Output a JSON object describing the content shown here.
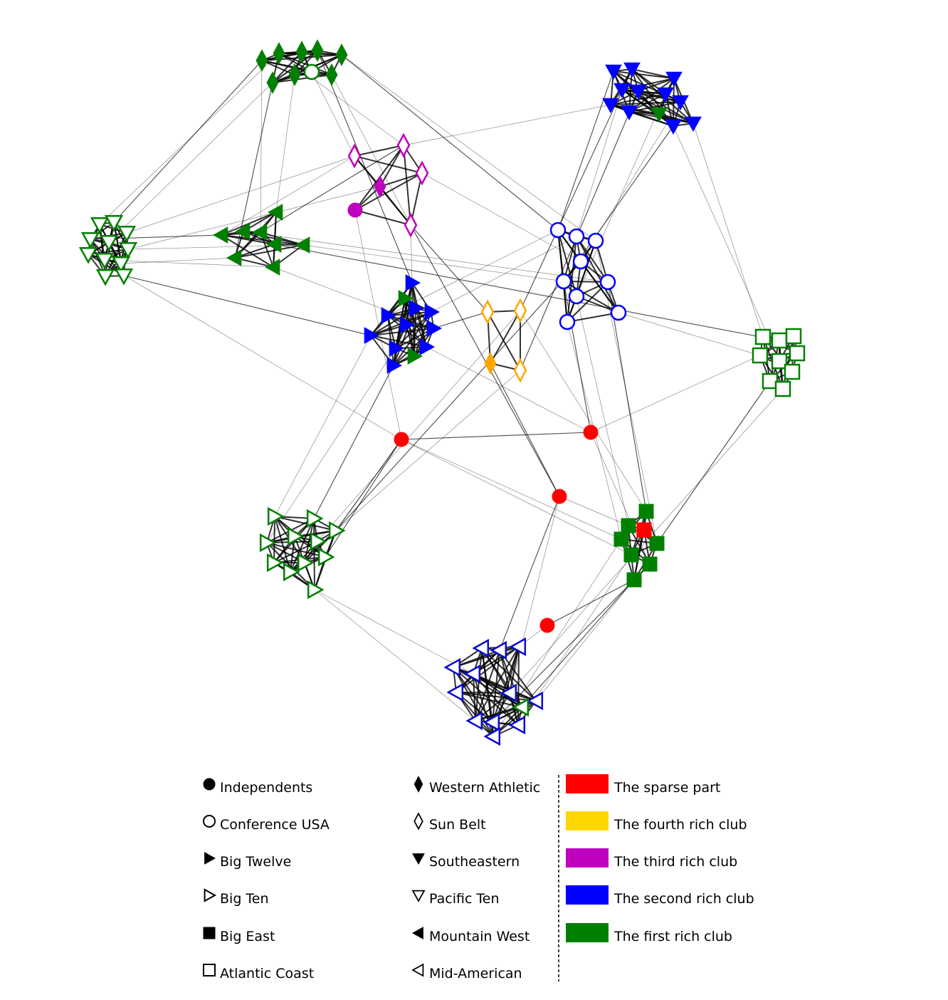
{
  "legend": {
    "conferences_left": [
      {
        "label": "Independents",
        "shape": "circle",
        "filled": true,
        "icon": "filled-circle-icon"
      },
      {
        "label": "Conference USA",
        "shape": "circle",
        "filled": false,
        "icon": "open-circle-icon"
      },
      {
        "label": "Big Twelve",
        "shape": "tri-right",
        "filled": true,
        "icon": "filled-right-triangle-icon"
      },
      {
        "label": "Big Ten",
        "shape": "tri-right",
        "filled": false,
        "icon": "open-right-triangle-icon"
      },
      {
        "label": "Big East",
        "shape": "square",
        "filled": true,
        "icon": "filled-square-icon"
      },
      {
        "label": "Atlantic Coast",
        "shape": "square",
        "filled": false,
        "icon": "open-square-icon"
      }
    ],
    "conferences_right": [
      {
        "label": "Western Athletic",
        "shape": "diamond",
        "filled": true,
        "icon": "filled-diamond-icon"
      },
      {
        "label": "Sun Belt",
        "shape": "diamond",
        "filled": false,
        "icon": "open-diamond-icon"
      },
      {
        "label": "Southeastern",
        "shape": "tri-down",
        "filled": true,
        "icon": "filled-down-triangle-icon"
      },
      {
        "label": "Pacific Ten",
        "shape": "tri-down",
        "filled": false,
        "icon": "open-down-triangle-icon"
      },
      {
        "label": "Mountain West",
        "shape": "tri-left",
        "filled": true,
        "icon": "filled-left-triangle-icon"
      },
      {
        "label": "Mid-American",
        "shape": "tri-left",
        "filled": false,
        "icon": "open-left-triangle-icon"
      }
    ],
    "clubs": [
      {
        "label": "The sparse part",
        "color": "#ff0000"
      },
      {
        "label": "The fourth rich club",
        "color": "#ffd700"
      },
      {
        "label": "The third rich club",
        "color": "#bf00bf"
      },
      {
        "label": "The second rich club",
        "color": "#0000ff"
      },
      {
        "label": "The first rich club",
        "color": "#008000"
      }
    ]
  },
  "colors": {
    "sparse": "#ff0000",
    "fourth": "#ffa500",
    "third": "#bf00bf",
    "second": "#0000ff",
    "second_outline": "#0b0bd0",
    "first": "#008000",
    "edge": "#000000"
  }
}
